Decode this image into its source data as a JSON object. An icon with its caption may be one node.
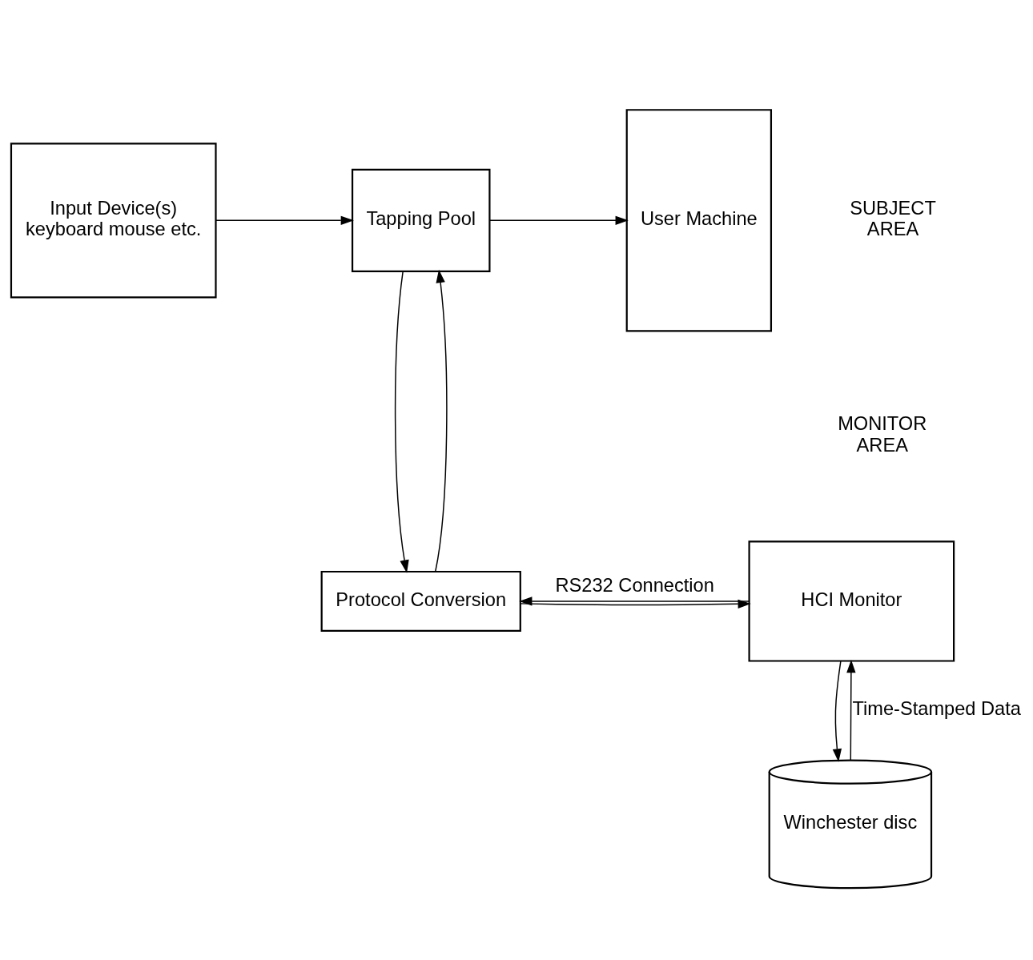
{
  "diagram": {
    "nodes": [
      {
        "text": [
          "User Machine"
        ]
      },
      {
        "text": [
          "Tapping Pool"
        ]
      },
      {
        "text": [
          "Input Device(s)",
          "keyboard mouse etc."
        ]
      },
      {
        "text": [
          "Protocol Conversion"
        ]
      },
      {
        "text": [
          "HCI Monitor"
        ]
      },
      {
        "text": [
          "Winchester disc"
        ]
      }
    ],
    "edges": [
      {
        "from": 2,
        "to": 1,
        "arrow": "to"
      },
      {
        "from": 1,
        "to": 3,
        "arrow": "to"
      },
      {
        "from": 3,
        "to": 1,
        "arrow": "to"
      },
      {
        "from": 1,
        "to": 0,
        "arrow": "to"
      },
      {
        "from": 3,
        "to": 4,
        "arrow": "to"
      },
      {
        "from": 4,
        "to": 3,
        "label": "RS232 Connection",
        "arrow": "to"
      },
      {
        "from": 5,
        "to": 4,
        "label": "Time-Stamped Data",
        "arrow": "to"
      },
      {
        "from": 4,
        "to": 5,
        "arrow": "to"
      }
    ],
    "labels": [
      "SUBJECT AREA",
      "MONITOR AREA"
    ]
  }
}
